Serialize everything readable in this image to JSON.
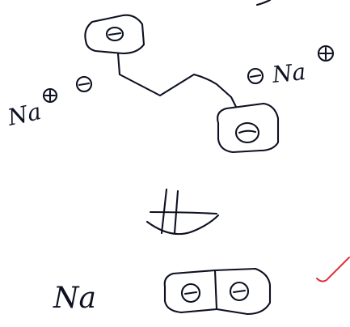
{
  "labels": {
    "left_counter_ion": "Na",
    "right_counter_ion": "Na",
    "product_metal": "Na"
  },
  "colors": {
    "ink": "#0d1020",
    "check_mark": "#e0303a"
  }
}
